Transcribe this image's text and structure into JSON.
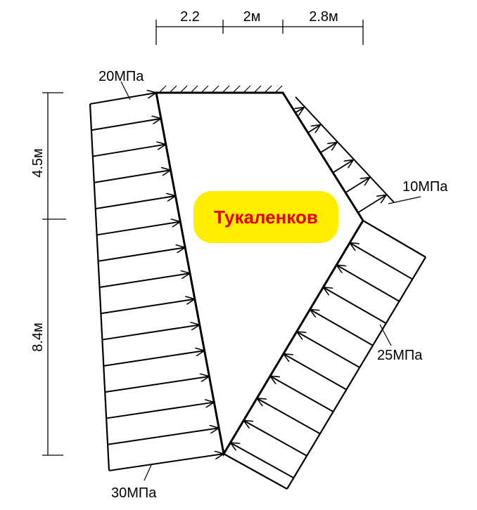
{
  "dimensions": {
    "top": [
      "2.2",
      "2м",
      "2.8м"
    ],
    "left": [
      "4.5м",
      "8.4м"
    ]
  },
  "loads": {
    "left_top": "20МПа",
    "left_bottom": "30МПа",
    "right_small": "10МПа",
    "right_large": "25МПа"
  },
  "badge": {
    "text": "Тукаленков",
    "background": "#ffee00",
    "color": "#e00000"
  }
}
